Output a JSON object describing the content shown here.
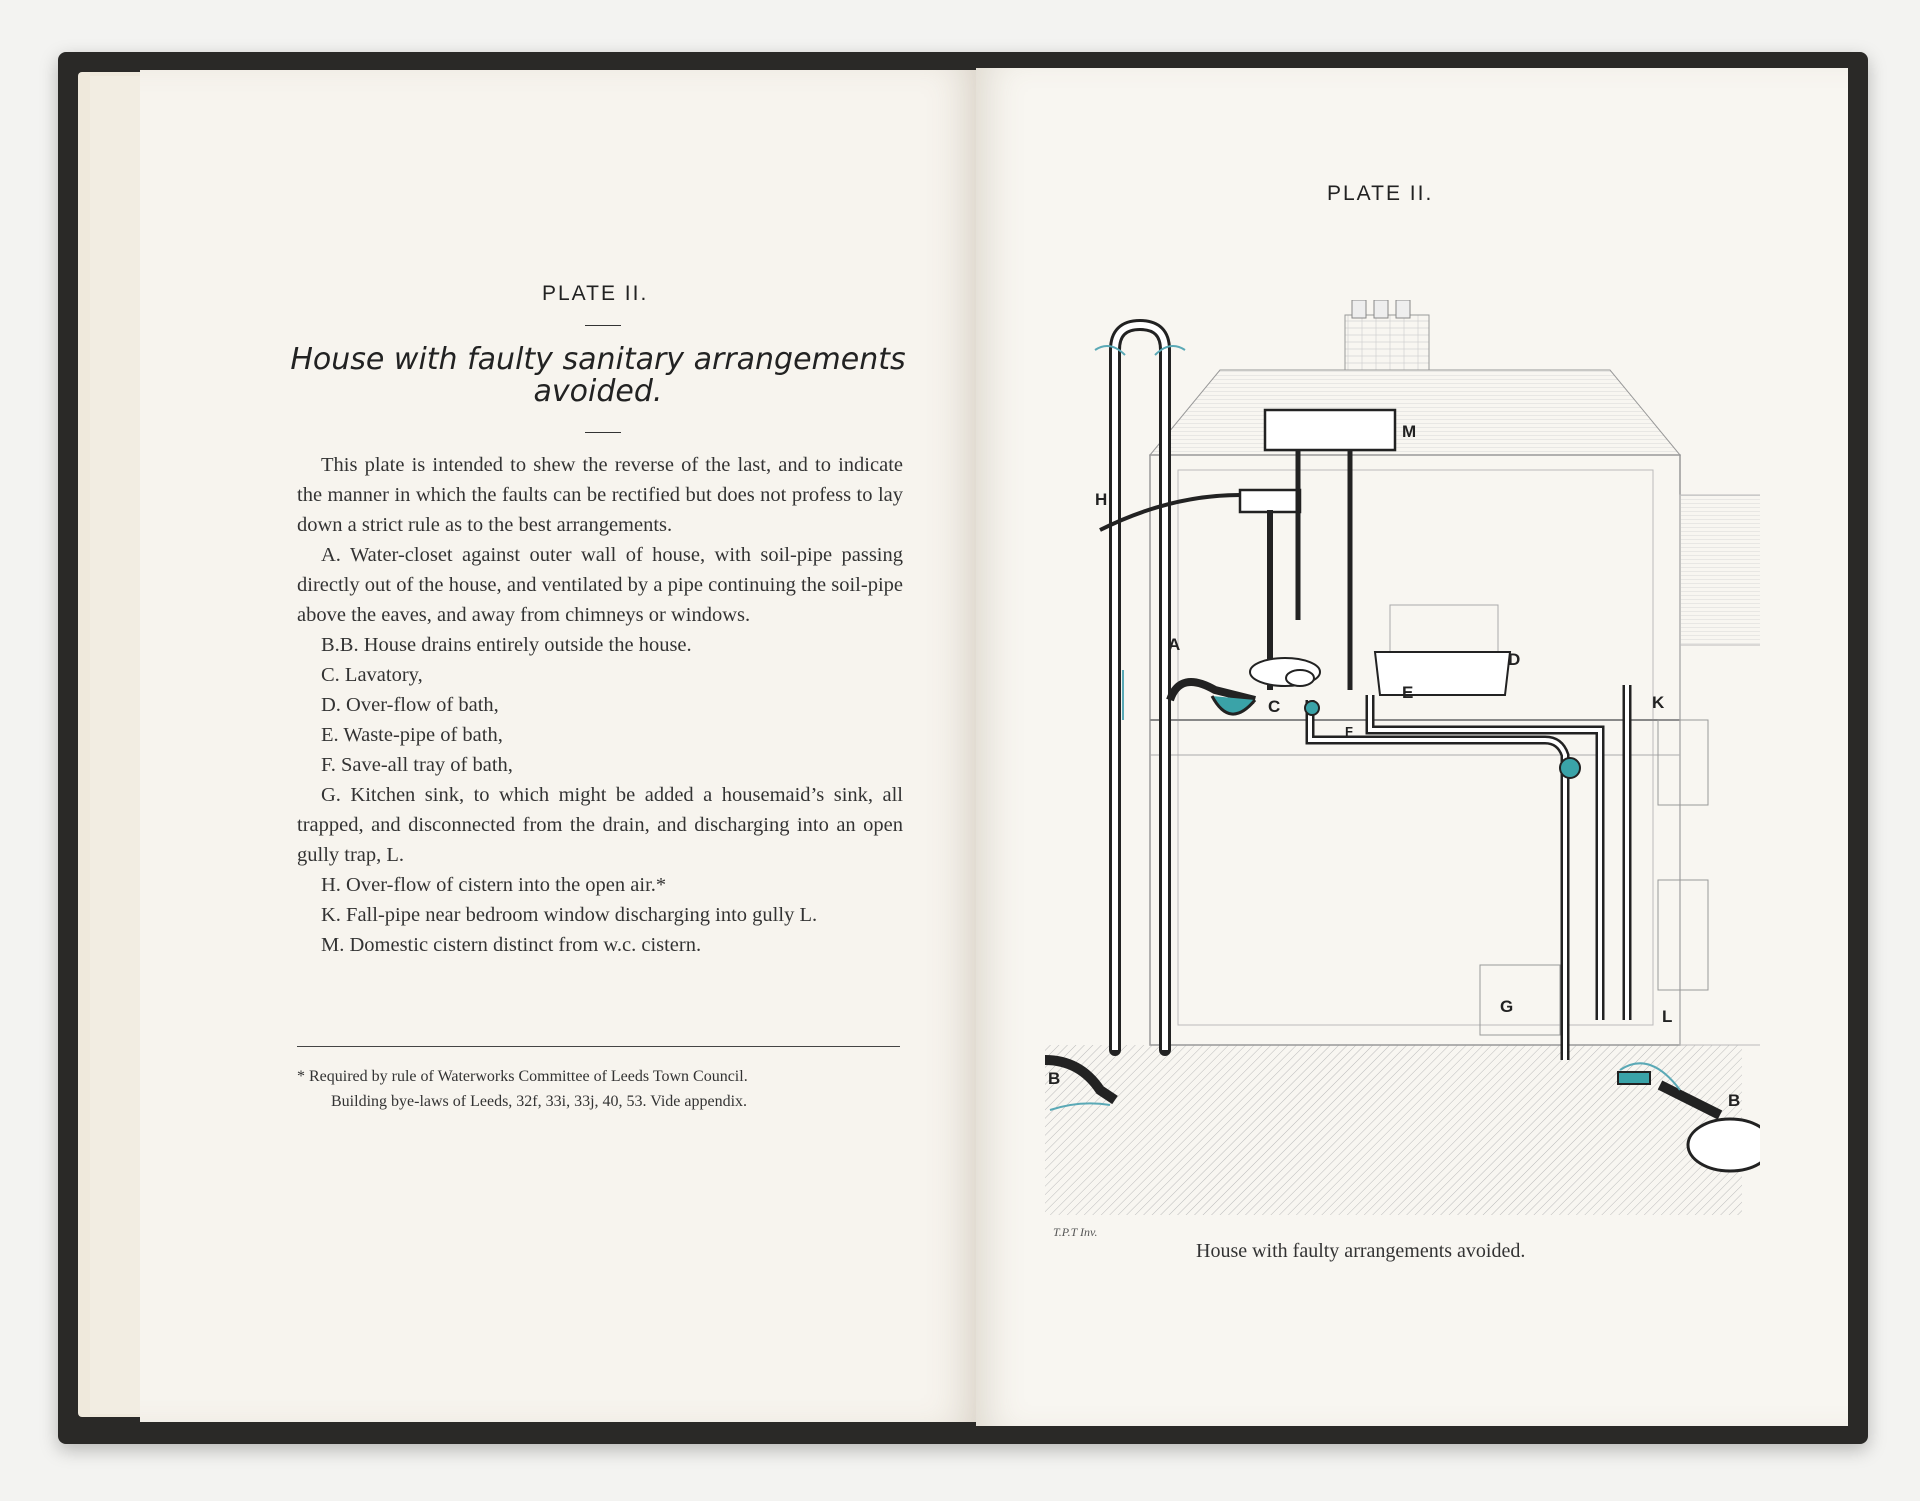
{
  "left_page": {
    "heading": "PLATE II.",
    "title_line1": "House with faulty sanitary arrangements",
    "title_line2": "avoided.",
    "intro": "This plate is intended to shew the reverse of the last, and to indicate the manner in which the faults can be rectified but does not profess to lay down a strict rule as to the best arrangements.",
    "items": [
      "A. Water-closet against outer wall of house, with soil-pipe passing directly out of the house, and ventilated by a pipe continuing the soil-pipe above the eaves, and away from chimneys or windows.",
      "B.B. House drains entirely outside the house.",
      "C. Lavatory,",
      "D. Over-flow of bath,",
      "E. Waste-pipe of bath,",
      "F. Save-all tray of bath,",
      "G. Kitchen sink, to which might be added a housemaid’s sink, all trapped, and disconnected from the drain, and discharging into an open gully trap, L.",
      "H. Over-flow of cistern into the open air.*",
      "K. Fall-pipe near bedroom window discharging into gully L.",
      "M. Domestic cistern distinct from w.c. cistern."
    ],
    "footnote_line1": "* Required by rule of Waterworks Committee of Leeds Town Council.",
    "footnote_line2": "Building bye-laws of Leeds, 32f, 33i, 33j, 40, 53.  Vide appendix."
  },
  "right_page": {
    "heading": "PLATE II.",
    "signature": "T.P.T Inv.",
    "caption": "House with faulty arrangements avoided.",
    "labels": {
      "M": "M",
      "H": "H",
      "A": "A",
      "D": "D",
      "C": "C",
      "E": "E",
      "F": "F",
      "K": "K",
      "G": "G",
      "L": "L",
      "B_left": "B",
      "B_right": "B"
    }
  },
  "colors": {
    "trap_water": "#3aa3a8",
    "arrow": "#5aa9b6",
    "ink": "#222222",
    "paper": "#f8f6f1"
  }
}
